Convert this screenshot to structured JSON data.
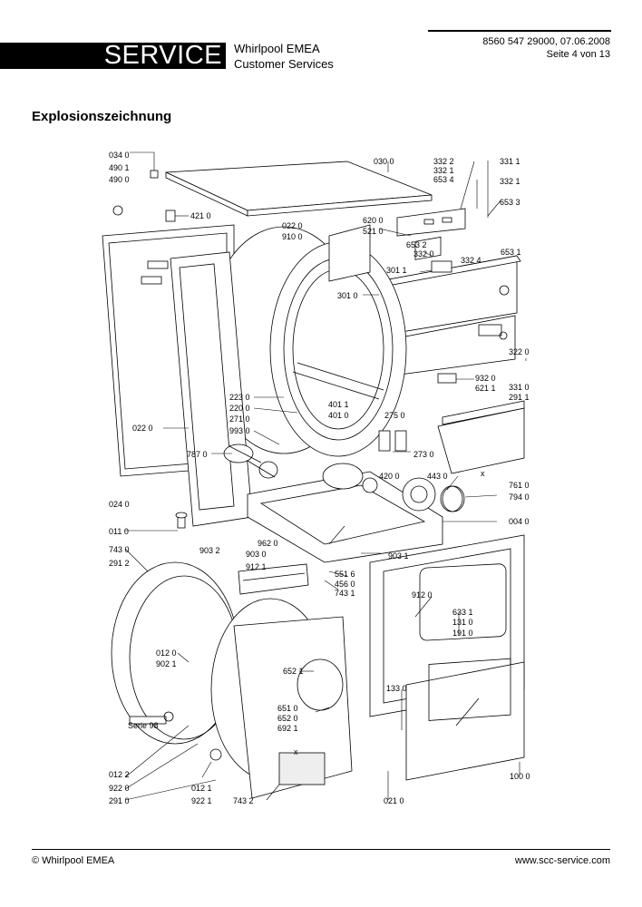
{
  "header": {
    "service": "SERVICE",
    "company_line1": "Whirlpool EMEA",
    "company_line2": "Customer Services",
    "doc_ref": "8560 547 29000, 07.06.2008",
    "page": "Seite 4 von 13"
  },
  "title": "Explosionszeichnung",
  "labels": {
    "l0340": "034 0",
    "l4901": "490 1",
    "l4900": "490 0",
    "l4210": "421 0",
    "l0300": "030 0",
    "l3322": "332 2",
    "l3321": "332 1",
    "l6534": "653 4",
    "l3311": "331 1",
    "l3321b": "332 1",
    "l6533": "653 3",
    "l0220a": "022 0",
    "l9100": "910 0",
    "l6200": "620 0",
    "l5210": "521 0",
    "l6532": "653 2",
    "l3320": "332 0",
    "l6531": "653 1",
    "l3324": "332 4",
    "l3011": "301 1",
    "l3010": "301 0",
    "l3220": "322 0",
    "l9320": "932 0",
    "l6211": "621 1",
    "l3310": "331 0",
    "l2911": "291 1",
    "l2230": "223 0",
    "l4011": "401 1",
    "l2200": "220 0",
    "l4010": "401 0",
    "l2710": "271 0",
    "l2750": "275 0",
    "l9930": "993 0",
    "l0220b": "022 0",
    "l2730": "273 0",
    "l7870": "787 0",
    "l4200": "420 0",
    "l4430": "443 0",
    "l7610": "761 0",
    "l7940": "794 0",
    "l0240": "024 0",
    "l0040": "004 0",
    "l0110": "011 0",
    "l9620": "962 0",
    "l7430": "743 0",
    "l9032": "903 2",
    "l9030": "903 0",
    "l9031": "903 1",
    "l2912": "291 2",
    "l9121": "912 1",
    "l5516": "551 6",
    "l4560": "456 0",
    "l7431": "743 1",
    "l9120": "912 0",
    "l6331": "633 1",
    "l1310": "131 0",
    "l1910": "191 0",
    "l0120": "012 0",
    "l9021": "902 1",
    "l6521": "652 1",
    "l1330": "133 0",
    "l6510": "651 0",
    "l6520": "652 0",
    "l6921": "692 1",
    "l0122": "012 2",
    "l9220": "922 0",
    "l2910": "291 0",
    "l0121": "012 1",
    "l9221": "922 1",
    "l7432": "743 2",
    "l0210": "021 0",
    "l1000": "100 0",
    "mark_x1": "x",
    "mark_x2": "x",
    "stamp": "Serie 98"
  },
  "footer": {
    "copyright": "© Whirlpool EMEA",
    "website": "www.scc-service.com"
  }
}
